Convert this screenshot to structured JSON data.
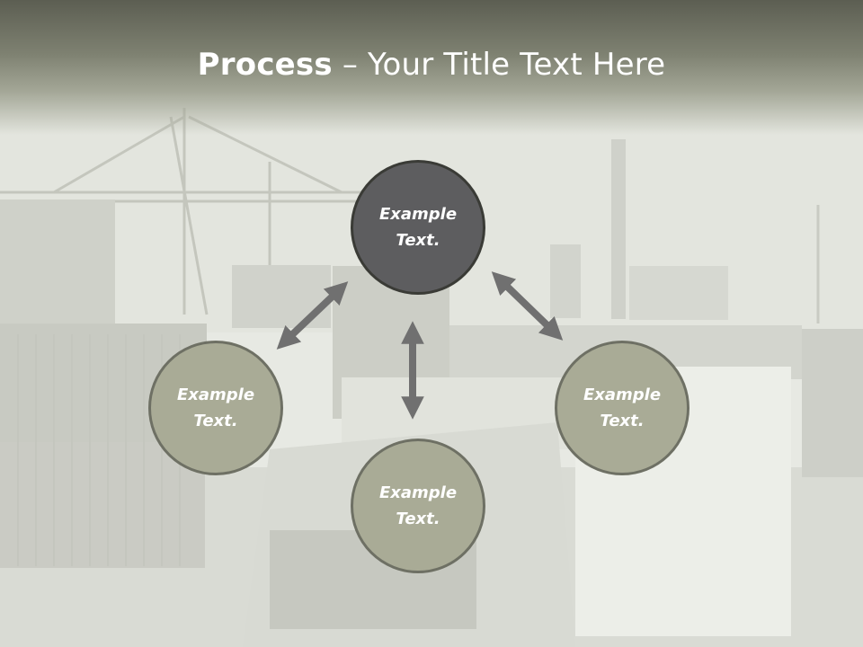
{
  "slide": {
    "title_strong": "Process",
    "title_sep": " – ",
    "title_rest": "Your Title Text Here",
    "nodes": [
      {
        "id": "top",
        "text": "Example\nText.",
        "style": "dark"
      },
      {
        "id": "left",
        "text": "Example\nText.",
        "style": "light"
      },
      {
        "id": "right",
        "text": "Example\nText.",
        "style": "light"
      },
      {
        "id": "bottom",
        "text": "Example\nText.",
        "style": "light"
      }
    ]
  },
  "colors": {
    "header_dark": "#5c5e52",
    "node_dark": "#5d5d5f",
    "node_light": "#a9ab96",
    "arrow": "#707070"
  }
}
